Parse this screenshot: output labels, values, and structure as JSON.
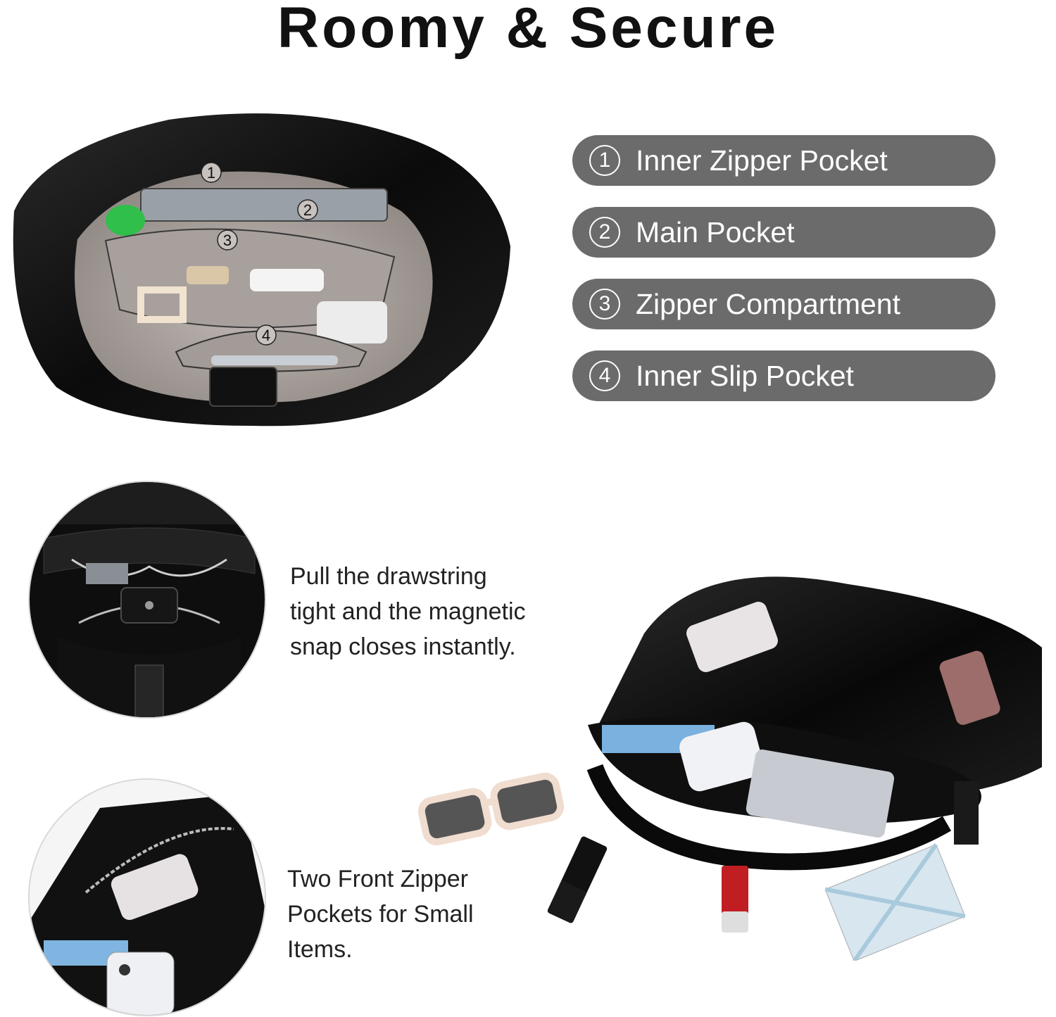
{
  "page": {
    "title": "Roomy & Secure"
  },
  "features": [
    {
      "number": "1",
      "label": "Inner Zipper Pocket"
    },
    {
      "number": "2",
      "label": "Main Pocket"
    },
    {
      "number": "3",
      "label": "Zipper Compartment"
    },
    {
      "number": "4",
      "label": "Inner Slip Pocket"
    }
  ],
  "captions": {
    "drawstring": [
      "Pull the drawstring",
      "tight and the magnetic",
      "snap closes instantly."
    ],
    "front_pockets": [
      "Two Front Zipper",
      "Pockets for Small",
      "Items."
    ]
  },
  "photo_markers": [
    "1",
    "2",
    "3",
    "4"
  ],
  "colors": {
    "pill_bg": "#6b6b6b",
    "pill_text": "#ffffff",
    "bag_leather": "#0d0d0d",
    "bag_lining": "#b1a8a4"
  }
}
